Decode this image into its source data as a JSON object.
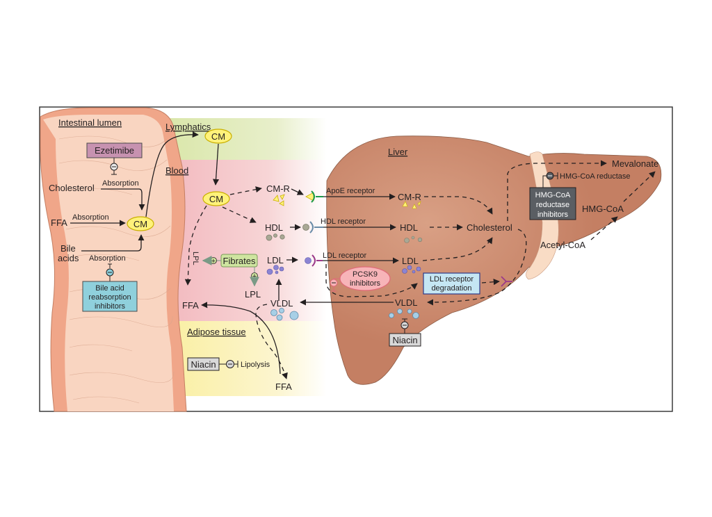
{
  "regions": {
    "intestinal_lumen": "Intestinal lumen",
    "lymphatics": "Lymphatics",
    "blood": "Blood",
    "adipose_tissue": "Adipose tissue",
    "liver": "Liver"
  },
  "intestine": {
    "ezetimibe": "Ezetimibe",
    "cholesterol": "Cholesterol",
    "absorption1": "Absorption",
    "ffa": "FFA",
    "absorption2": "Absorption",
    "cm": "CM",
    "bile_acids_line1": "Bile",
    "bile_acids_line2": "acids",
    "absorption3": "Absorption",
    "bile_inhib_line1": "Bile acid",
    "bile_inhib_line2": "reabsorption",
    "bile_inhib_line3": "inhibitors",
    "inhibit_symbol": "−"
  },
  "lymph": {
    "cm": "CM"
  },
  "blood": {
    "cm": "CM",
    "cm_r": "CM-R",
    "hdl": "HDL",
    "ldl": "LDL",
    "vldl": "VLDL",
    "lpl_vertical": "LPL",
    "lpl": "LPL",
    "fibrates": "Fibrates",
    "ffa": "FFA",
    "plus_symbol": "+"
  },
  "adipose": {
    "niacin": "Niacin",
    "lipolysis": "Lipolysis",
    "ffa": "FFA"
  },
  "liver": {
    "apoe_receptor": "ApoE receptor",
    "hdl_receptor": "HDL receptor",
    "ldl_receptor": "LDL receptor",
    "cm_r": "CM-R",
    "hdl": "HDL",
    "ldl": "LDL",
    "vldl": "VLDL",
    "cholesterol": "Cholesterol",
    "pcsk9_line1": "PCSK9",
    "pcsk9_line2": "inhibitors",
    "ldlr_deg_line1": "LDL receptor",
    "ldlr_deg_line2": "degradation",
    "niacin": "Niacin",
    "mevalonate": "Mevalonate",
    "hmg_coa_reductase": "HMG-CoA reductase",
    "hmg_inhib_line1": "HMG-CoA",
    "hmg_inhib_line2": "reductase",
    "hmg_inhib_line3": "inhibitors",
    "hmg_coa": "HMG-CoA",
    "acetyl_coa": "Acetyl-CoA"
  },
  "colors": {
    "intestine_wall": "#f0a689",
    "intestine_lumen": "#f9d5c1",
    "lymphatics": "#dfe9b6",
    "blood": "#f4c3c6",
    "adipose": "#fbf2b4",
    "liver": "#c8856a",
    "cm_fill": "#fff27a",
    "ezetimibe": "#c792b0",
    "bile_inhib": "#8fd0dc",
    "fibrates": "#cfe5a0",
    "pcsk9": "#f7b4b8",
    "ldlr_deg": "#c5e6f3",
    "hmg_box": "#5a5e63",
    "niacin": "#d9d9d9",
    "apoe_receptor": "#1c9a4a",
    "hdl_receptor": "#6a8ca8",
    "ldl_receptor": "#9b3a8a"
  }
}
